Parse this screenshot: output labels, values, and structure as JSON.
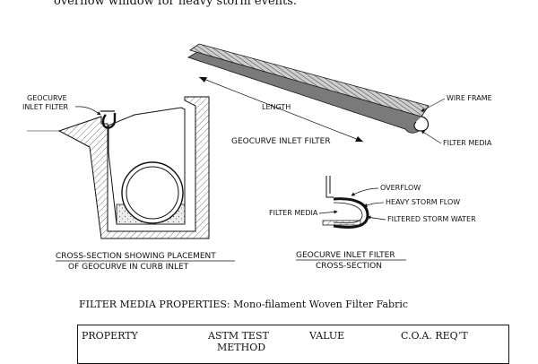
{
  "intro_text": "overflow window for heavy storm events.",
  "labels": {
    "geocurve_inlet_filter_line1": "GEOCURVE",
    "geocurve_inlet_filter_line2": "INLET FILTER",
    "wire_frame": "WIRE FRAME",
    "length": "LENGTH",
    "geocurve_inlet_filter_title": "GEOCURVE INLET FILTER",
    "filter_media_right": "FILTER MEDIA",
    "overflow": "OVERFLOW",
    "heavy_storm_flow": "HEAVY STORM FLOW",
    "filter_media_left": "FILTER MEDIA",
    "filtered_storm_water": "FILTERED STORM WATER"
  },
  "captions": {
    "cross_section_line1": "CROSS-SECTION SHOWING PLACEMENT",
    "cross_section_line2": "OF GEOCURVE IN CURB INLET",
    "filter_cross_section_line1": "GEOCURVE INLET FILTER",
    "filter_cross_section_line2": "CROSS-SECTION"
  },
  "properties": {
    "heading": "FILTER MEDIA PROPERTIES: Mono-filament Woven Filter Fabric",
    "columns": {
      "property": "PROPERTY",
      "astm_line1": "ASTM TEST",
      "astm_line2": "METHOD",
      "value": "VALUE",
      "coa": "C.O.A. REQ’T"
    }
  }
}
